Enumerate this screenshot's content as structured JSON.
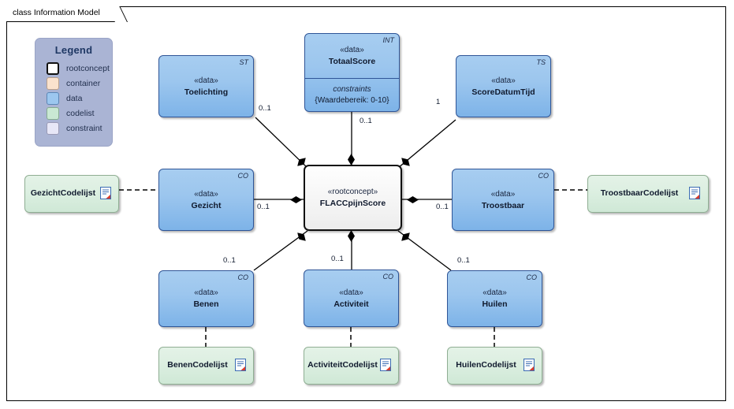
{
  "frame": {
    "title": "class Information Model"
  },
  "legend": {
    "title": "Legend",
    "items": [
      {
        "label": "rootconcept",
        "color": "#ffffff",
        "border": "#111111"
      },
      {
        "label": "container",
        "color": "#fae2cd",
        "border": "#b9a08c"
      },
      {
        "label": "data",
        "color": "#9cc7ef",
        "border": "#5b86b5"
      },
      {
        "label": "codelist",
        "color": "#c9e8d3",
        "border": "#86ab90"
      },
      {
        "label": "constraint",
        "color": "#e7e7f7",
        "border": "#9a9ab5"
      }
    ]
  },
  "nodes": {
    "root": {
      "stereotype": "«rootconcept»",
      "name": "FLACCpijnScore",
      "kind": "rootconcept"
    },
    "toelichting": {
      "stereotype": "«data»",
      "name": "Toelichting",
      "tag": "ST",
      "kind": "data"
    },
    "totaalscore": {
      "stereotype": "«data»",
      "name": "TotaalScore",
      "tag": "INT",
      "kind": "data",
      "compartment_title": "constraints",
      "compartment_value": "{Waardebereik: 0-10}"
    },
    "scoredatumtijd": {
      "stereotype": "«data»",
      "name": "ScoreDatumTijd",
      "tag": "TS",
      "kind": "data"
    },
    "gezicht": {
      "stereotype": "«data»",
      "name": "Gezicht",
      "tag": "CO",
      "kind": "data"
    },
    "troostbaar": {
      "stereotype": "«data»",
      "name": "Troostbaar",
      "tag": "CO",
      "kind": "data"
    },
    "benen": {
      "stereotype": "«data»",
      "name": "Benen",
      "tag": "CO",
      "kind": "data"
    },
    "activiteit": {
      "stereotype": "«data»",
      "name": "Activiteit",
      "tag": "CO",
      "kind": "data"
    },
    "huilen": {
      "stereotype": "«data»",
      "name": "Huilen",
      "tag": "CO",
      "kind": "data"
    },
    "gezichtcodelijst": {
      "name": "GezichtCodelijst",
      "kind": "codelist",
      "icon": "document-icon"
    },
    "troostbaarcodelijst": {
      "name": "TroostbaarCodelijst",
      "kind": "codelist",
      "icon": "document-icon"
    },
    "benencodelijst": {
      "name": "BenenCodelijst",
      "kind": "codelist",
      "icon": "document-icon"
    },
    "activiteitcodelijst": {
      "name": "ActiviteitCodelijst",
      "kind": "codelist",
      "icon": "document-icon"
    },
    "huilencodelijst": {
      "name": "HuilenCodelijst",
      "kind": "codelist",
      "icon": "document-icon"
    }
  },
  "multiplicities": {
    "toelichting": "0..1",
    "totaalscore": "0..1",
    "scoredatumtijd": "1",
    "gezicht": "0..1",
    "troostbaar": "0..1",
    "benen": "0..1",
    "activiteit": "0..1",
    "huilen": "0..1"
  },
  "colors": {
    "data_fill": "#9cc6ee",
    "codelist_fill": "#dcefe1",
    "root_fill": "#f5f5f5",
    "legend_bg": "#aab4d4",
    "line": "#000000"
  }
}
